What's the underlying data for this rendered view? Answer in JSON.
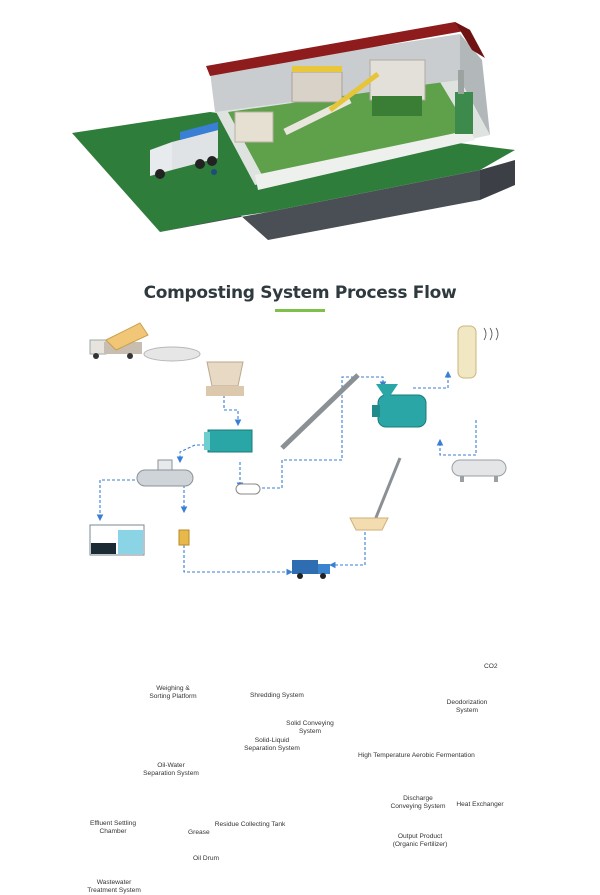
{
  "title": "Composting System Process Flow",
  "colors": {
    "accent": "#7fc04a",
    "flow_line": "#3a7fd6",
    "equipment": "#2aa6a6",
    "ground": "#2f7d3b",
    "roof": "#8e1c1c"
  },
  "labels": {
    "weighing": [
      "Weighing &",
      "Sorting Platform"
    ],
    "shredding": "Shredding System",
    "solid_conveying": [
      "Solid Conveying",
      "System"
    ],
    "solid_liquid": [
      "Solid-Liquid",
      "Separation System"
    ],
    "oil_water": [
      "Oil-Water",
      "Separation System"
    ],
    "effluent": [
      "Effluent Settling",
      "Chamber"
    ],
    "grease": "Grease",
    "residue_tank": "Residue Collecting Tank",
    "oil_drum": "Oil Drum",
    "wastewater": [
      "Wastewater",
      "Treatment System"
    ],
    "fermentation": "High Temperature Aerobic Fermentation",
    "deodorization": [
      "Deodorization",
      "System"
    ],
    "co2": "CO2",
    "heat_exchanger": "Heat Exchanger",
    "discharge": [
      "Discharge",
      "Conveying System"
    ],
    "output": [
      "Output Product",
      "(Organic Fertilizer)"
    ]
  }
}
